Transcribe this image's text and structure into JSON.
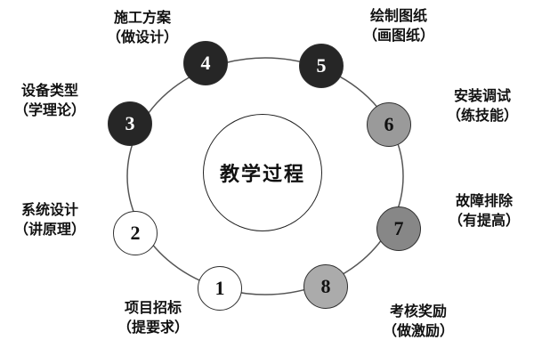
{
  "diagram": {
    "type": "cycle",
    "center_label": "教学过程",
    "ring_color": "#555555",
    "nodes": [
      {
        "number": "1",
        "title": "项目招标",
        "subtitle": "（提要求）",
        "fill": "#ffffff",
        "text_color": "#111111"
      },
      {
        "number": "2",
        "title": "系统设计",
        "subtitle": "（讲原理）",
        "fill": "#ffffff",
        "text_color": "#111111"
      },
      {
        "number": "3",
        "title": "设备类型",
        "subtitle": "（学理论）",
        "fill": "#262626",
        "text_color": "#ffffff"
      },
      {
        "number": "4",
        "title": "施工方案",
        "subtitle": "（做设计）",
        "fill": "#262626",
        "text_color": "#ffffff"
      },
      {
        "number": "5",
        "title": "绘制图纸",
        "subtitle": "（画图纸）",
        "fill": "#262626",
        "text_color": "#ffffff"
      },
      {
        "number": "6",
        "title": "安装调试",
        "subtitle": "（练技能）",
        "fill": "#9a9a9a",
        "text_color": "#111111"
      },
      {
        "number": "7",
        "title": "故障排除",
        "subtitle": "（有提高）",
        "fill": "#878787",
        "text_color": "#111111"
      },
      {
        "number": "8",
        "title": "考核奖励",
        "subtitle": "（做激励）",
        "fill": "#ababab",
        "text_color": "#111111"
      }
    ]
  }
}
